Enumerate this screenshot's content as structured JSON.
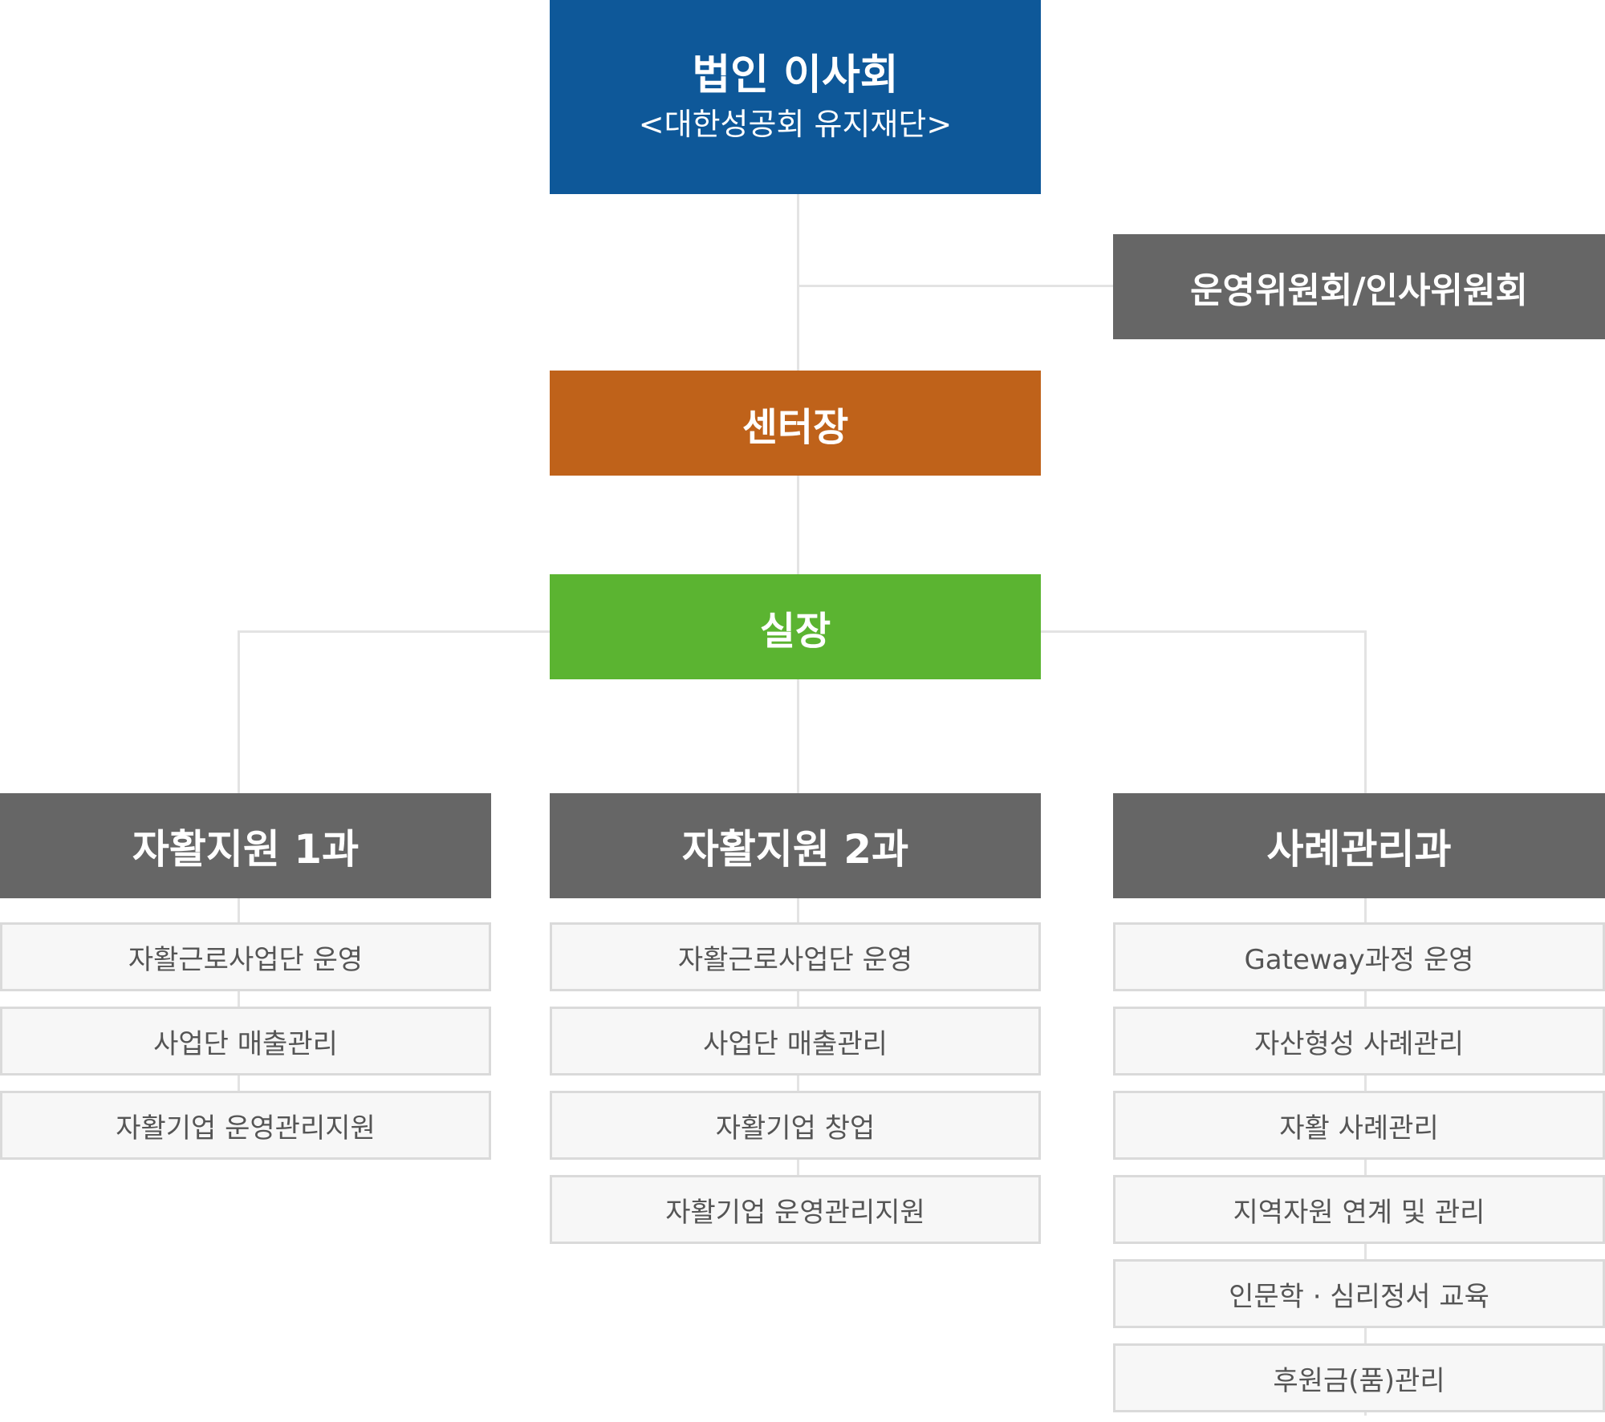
{
  "board": {
    "title": "법인 이사회",
    "subtitle": "<대한성공회 유지재단>"
  },
  "committee": {
    "label": "운영위원회/인사위원회"
  },
  "director": {
    "label": "센터장"
  },
  "chief": {
    "label": "실장"
  },
  "departments": [
    {
      "label": "자활지원 1과",
      "tasks": [
        "자활근로사업단 운영",
        "사업단 매출관리",
        "자활기업 운영관리지원"
      ]
    },
    {
      "label": "자활지원 2과",
      "tasks": [
        "자활근로사업단 운영",
        "사업단 매출관리",
        "자활기업 창업",
        "자활기업 운영관리지원"
      ]
    },
    {
      "label": "사례관리과",
      "tasks": [
        "Gateway과정 운영",
        "자산형성 사례관리",
        "자활 사례관리",
        "지역자원 연계 및 관리",
        "인문학 · 심리정서 교육",
        "후원금(품)관리"
      ]
    }
  ],
  "colors": {
    "board": "#0e5899",
    "director": "#bf621a",
    "chief": "#5bb431",
    "department": "#666666",
    "task_bg": "#f7f7f7",
    "connector": "#e3e3e3"
  }
}
